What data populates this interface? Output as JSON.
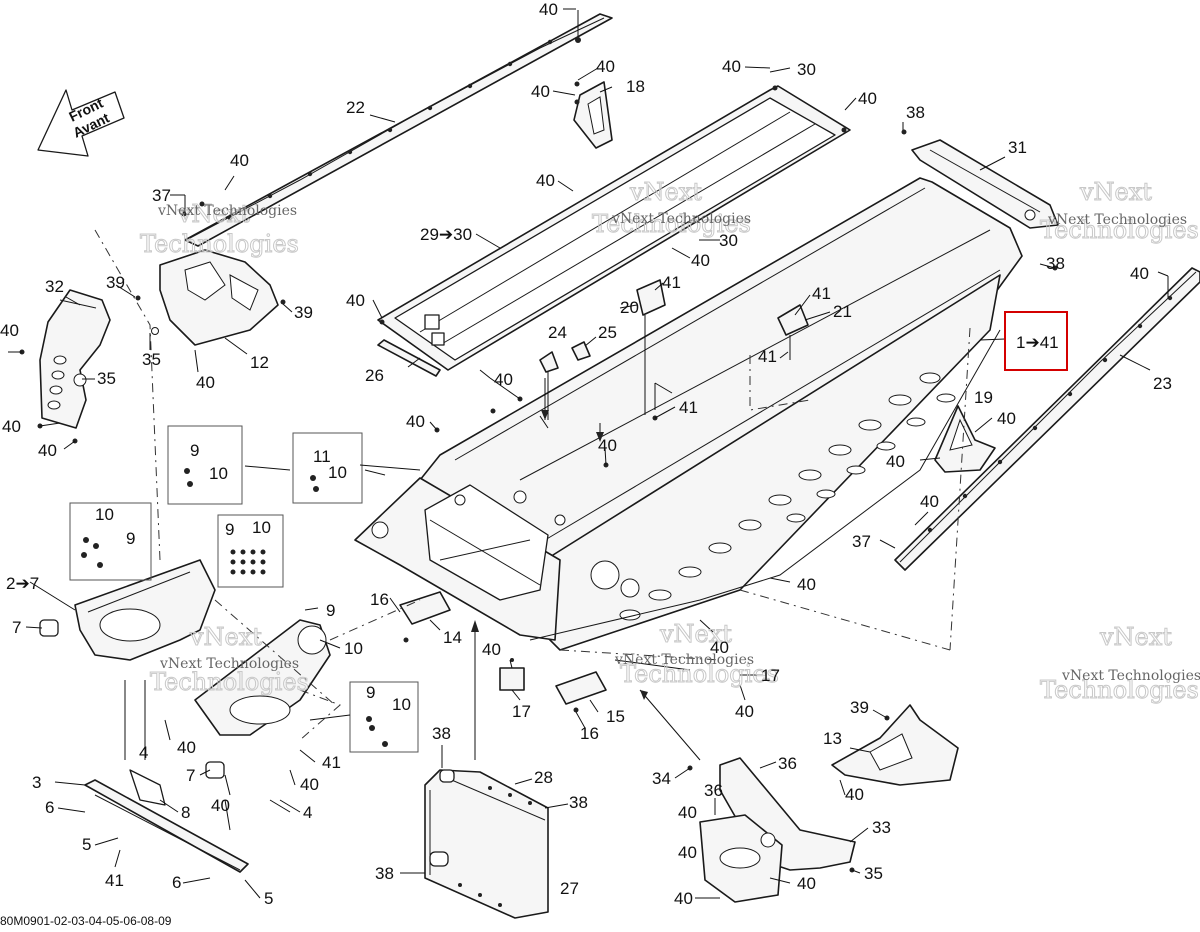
{
  "diagram": {
    "front_arrow": {
      "line1": "Front",
      "line2": "Avant"
    },
    "watermark": {
      "line1": "vNext",
      "line2": "Technologies",
      "full": "vNext Technologies"
    },
    "highlight_label": "1➔41",
    "drawing_code": "80M0901-02-03-04-05-06-08-09",
    "labels": {
      "l_40a": "40",
      "l_22": "22",
      "l_40b": "40",
      "l_18": "18",
      "l_40c": "40",
      "l_40d": "40",
      "l_30a": "30",
      "l_40e": "40",
      "l_38a": "38",
      "l_31": "31",
      "l_40f": "40",
      "l_37a": "37",
      "l_29_30": "29➔30",
      "l_30b": "30",
      "l_40g": "40",
      "l_32": "32",
      "l_39a": "39",
      "l_39b": "39",
      "l_40h": "40",
      "l_12": "12",
      "l_35a": "35",
      "l_40i": "40",
      "l_35b": "35",
      "l_40j": "40",
      "l_40k": "40",
      "l_40l": "40",
      "l_26": "26",
      "l_24": "24",
      "l_25": "25",
      "l_20": "20",
      "l_41a": "41",
      "l_41b": "41",
      "l_21": "21",
      "l_41c": "41",
      "l_38b": "38",
      "l_40m": "40",
      "l_41d": "41",
      "l_40n": "40",
      "l_40o": "40",
      "l_23": "23",
      "l_9a": "9",
      "l_10a": "10",
      "l_11": "11",
      "l_10b": "10",
      "l_19": "19",
      "l_40p": "40",
      "l_40q": "40",
      "l_40r": "40",
      "l_37b": "37",
      "l_10c": "10",
      "l_9b": "9",
      "l_9c": "9",
      "l_10d": "10",
      "l_2_7": "2➔7",
      "l_7a": "7",
      "l_9d": "9",
      "l_10e": "10",
      "l_16a": "16",
      "l_14": "14",
      "l_40s": "40",
      "l_40t": "40",
      "l_40u": "40",
      "l_17a": "17",
      "l_17b": "17",
      "l_40v": "40",
      "l_15": "15",
      "l_16b": "16",
      "l_40w": "40",
      "l_9e": "9",
      "l_10f": "10",
      "l_4a": "4",
      "l_40x": "40",
      "l_7b": "7",
      "l_40y": "40",
      "l_41e": "41",
      "l_40z": "40",
      "l_38c": "38",
      "l_28": "28",
      "l_38d": "38",
      "l_39c": "39",
      "l_13": "13",
      "l_40aa": "40",
      "l_34": "34",
      "l_36a": "36",
      "l_36b": "36",
      "l_3": "3",
      "l_6a": "6",
      "l_8": "8",
      "l_4b": "4",
      "l_5a": "5",
      "l_40ab": "40",
      "l_33": "33",
      "l_40ac": "40",
      "l_41f": "41",
      "l_6b": "6",
      "l_5b": "5",
      "l_38e": "38",
      "l_27": "27",
      "l_40ad": "40",
      "l_35c": "35",
      "l_40ae": "40"
    }
  }
}
